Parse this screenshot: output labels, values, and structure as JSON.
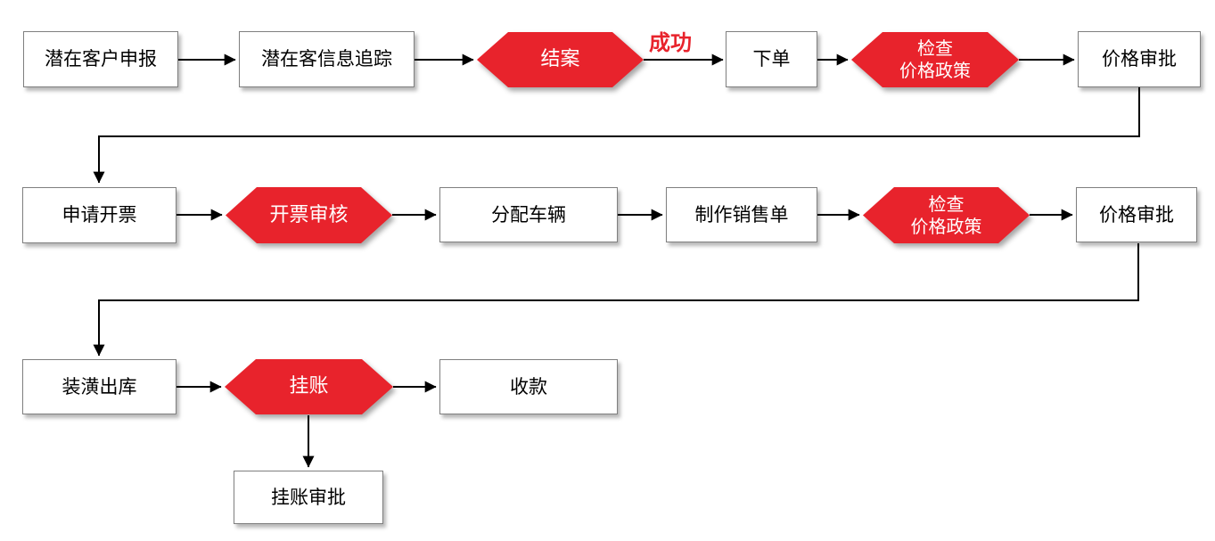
{
  "diagram": {
    "type": "flowchart",
    "colors": {
      "decision_fill": "#e8232c",
      "process_fill": "#ffffff",
      "process_border": "#7f7f7f",
      "connector": "#000000",
      "edge_label_color": "#e8232c"
    },
    "nodes": {
      "lead_declare": {
        "label": "潜在客户申报",
        "shape": "process"
      },
      "lead_tracking": {
        "label": "潜在客信息追踪",
        "shape": "process"
      },
      "case_close": {
        "label": "结案",
        "shape": "decision"
      },
      "place_order": {
        "label": "下单",
        "shape": "process"
      },
      "check_price_policy_1": {
        "label_line1": "检查",
        "label_line2": "价格政策",
        "shape": "decision"
      },
      "price_approval_1": {
        "label": "价格审批",
        "shape": "process"
      },
      "request_invoice": {
        "label": "申请开票",
        "shape": "process"
      },
      "invoice_review": {
        "label": "开票审核",
        "shape": "decision"
      },
      "assign_vehicle": {
        "label": "分配车辆",
        "shape": "process"
      },
      "make_sales_order": {
        "label": "制作销售单",
        "shape": "process"
      },
      "check_price_policy_2": {
        "label_line1": "检查",
        "label_line2": "价格政策",
        "shape": "decision"
      },
      "price_approval_2": {
        "label": "价格审批",
        "shape": "process"
      },
      "decoration_outbound": {
        "label": "装潢出库",
        "shape": "process"
      },
      "on_account": {
        "label": "挂账",
        "shape": "decision"
      },
      "receive_payment": {
        "label": "收款",
        "shape": "process"
      },
      "on_account_approval": {
        "label": "挂账审批",
        "shape": "process"
      }
    },
    "edge_labels": {
      "success": "成功"
    },
    "edges": [
      "lead_declare -> lead_tracking",
      "lead_tracking -> case_close",
      "case_close -> place_order (成功)",
      "place_order -> check_price_policy_1",
      "check_price_policy_1 -> price_approval_1",
      "price_approval_1 -> request_invoice",
      "request_invoice -> invoice_review",
      "invoice_review -> assign_vehicle",
      "assign_vehicle -> make_sales_order",
      "make_sales_order -> check_price_policy_2",
      "check_price_policy_2 -> price_approval_2",
      "price_approval_2 -> decoration_outbound",
      "decoration_outbound -> on_account",
      "on_account -> receive_payment",
      "on_account -> on_account_approval"
    ]
  }
}
